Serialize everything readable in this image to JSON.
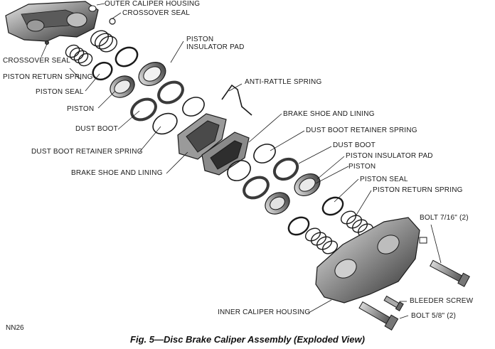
{
  "labels": {
    "outer_caliper_housing": "OUTER CALIPER HOUSING",
    "crossover_seal_top": "CROSSOVER SEAL",
    "crossover_seal_left": "CROSSOVER SEAL",
    "piston_insulator_pad_top": "PISTON INSULATOR PAD",
    "piston_return_spring_left": "PISTON RETURN SPRING",
    "piston_seal_left": "PISTON SEAL",
    "anti_rattle_spring": "ANTI-RATTLE SPRING",
    "piston_left": "PISTON",
    "brake_shoe_and_lining_right": "BRAKE SHOE AND LINING",
    "dust_boot_left": "DUST BOOT",
    "dust_boot_retainer_spring_right": "DUST BOOT RETAINER SPRING",
    "dust_boot_right": "DUST BOOT",
    "dust_boot_retainer_spring_left": "DUST BOOT RETAINER SPRING",
    "piston_insulator_pad_right": "PISTON INSULATOR PAD",
    "piston_right": "PISTON",
    "brake_shoe_and_lining_left": "BRAKE SHOE AND LINING",
    "piston_seal_right": "PISTON SEAL",
    "piston_return_spring_right": "PISTON RETURN SPRING",
    "bolt_7_16": "BOLT 7/16\" (2)",
    "bleeder_screw": "BLEEDER SCREW",
    "inner_caliper_housing": "INNER CALIPER HOUSING",
    "bolt_5_8": "BOLT 5/8\" (2)"
  },
  "reference_code": "NN26",
  "caption": "Fig. 5—Disc Brake Caliper Assembly (Exploded View)",
  "colors": {
    "ink": "#1a1a1a",
    "part_dark": "#3a3a3a",
    "part_mid": "#7a7a7a",
    "part_light": "#cfcfcf"
  }
}
